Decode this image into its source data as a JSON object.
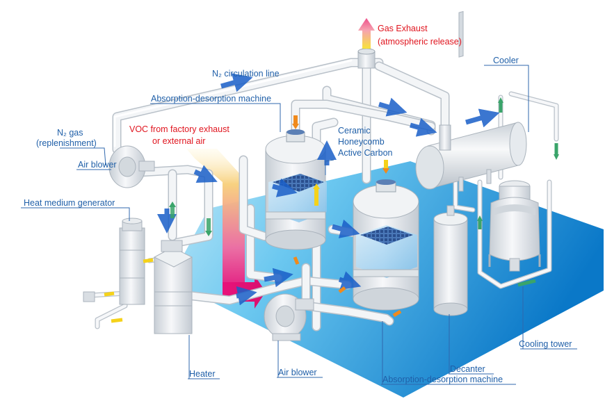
{
  "labels": {
    "gas_exhaust_line1": "Gas Exhaust",
    "gas_exhaust_line2": "(atmospheric release)",
    "cooler": "Cooler",
    "n2_circulation": "N₂ circulation line",
    "abs_des_machine_top": "Absorption-desorption machine",
    "n2_gas_line1": "N₂ gas",
    "n2_gas_line2": "(replenishment)",
    "voc_line1": "VOC from factory exhaust",
    "voc_line2": "or external air",
    "ceramic_line1": "Ceramic",
    "ceramic_line2": "Honeycomb",
    "ceramic_line3": "Active Carbon",
    "air_blower_left": "Air blower",
    "heat_medium_generator": "Heat medium generator",
    "cooling_tower": "Cooling tower",
    "decanter": "Decanter",
    "heater": "Heater",
    "air_blower_bottom": "Air blower",
    "abs_des_machine_bottom": "Absorption-desorption machine"
  },
  "colors": {
    "label_blue": "#1f5fa8",
    "label_red": "#e0141e",
    "floor_dark": "#0a78c8",
    "floor_light": "#6cc8f0",
    "voc_stream_start": "#f6d36b",
    "voc_stream_end": "#e8127a",
    "flow_arrow_blue": "#1a5fc8",
    "flow_arrow_green": "#3aa46a",
    "flow_arrow_orange": "#f08a1c",
    "flow_arrow_yellow": "#f5d21a"
  },
  "icons": {
    "flow_arrows": "flow-arrow-icon",
    "exhaust_arrow": "exhaust-arrow-icon"
  }
}
